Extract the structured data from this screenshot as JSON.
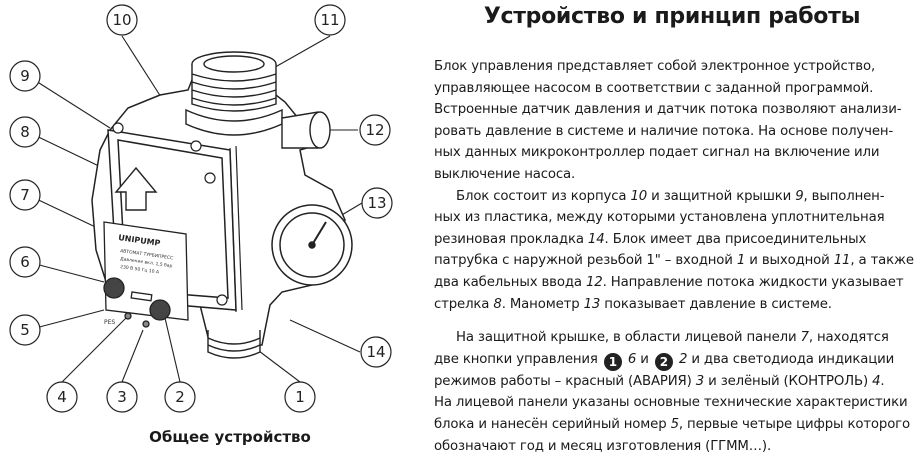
{
  "title": "Устройство и принцип работы",
  "caption": "Общее устройство",
  "diagram": {
    "callouts": [
      "1",
      "2",
      "3",
      "4",
      "5",
      "6",
      "7",
      "8",
      "9",
      "10",
      "11",
      "12",
      "13",
      "14"
    ],
    "brand": "UNIPUMP",
    "panel_text": [
      "АВТОМАТ ТУРБИПРЕСС",
      "Давление вкл. 1,5 бар",
      "230 В  50 Гц  10 А"
    ],
    "panel_side_label": "РЕS"
  },
  "p1": [
    "Блок управления представляет собой электронное устройство,",
    "управляющее насосом в соответствии с заданной программой.",
    "Встроенные датчик давления и датчик потока позволяют анализи-",
    "ровать давление в системе и наличие потока. На основе получен-",
    "ных данных микроконтроллер подает сигнал на включение или",
    "выключение насоса."
  ],
  "p2": {
    "l1a": "Блок состоит из корпуса ",
    "n10": "10",
    "l1b": " и защитной крышки ",
    "n9": "9",
    "l1c": ", выполнен-",
    "l2": "ных из пластика, между которыми установлена уплотнительная",
    "l3a": "резиновая прокладка ",
    "n14": "14",
    "l3b": ". Блок имеет два присоединительных",
    "l4a": "патрубка с наружной резьбой 1\" – входной ",
    "n1": "1",
    "l4b": " и выходной ",
    "n11": "11",
    "l4c": ", а также",
    "l5a": "два кабельных ввода ",
    "n12": "12",
    "l5b": ". Направление потока жидкости указывает",
    "l6a": "стрелка ",
    "n8": "8",
    "l6b": ". Манометр ",
    "n13": "13",
    "l6c": " показывает давление в системе."
  },
  "p3": {
    "l1a": "На защитной крышке, в области лицевой панели ",
    "n7": "7",
    "l1b": ", находятся",
    "l2a": "две кнопки управления ",
    "b1": "1",
    "n6": "6",
    "l2b": " и ",
    "b2": "2",
    "n2": "2",
    "l2c": " и два светодиода индикации",
    "l3a": "режимов работы – красный (АВАРИЯ) ",
    "n3": "3",
    "l3b": " и зелёный (КОНТРОЛЬ) ",
    "n4": "4",
    "l3c": ".",
    "l4": "На лицевой панели указаны основные технические характеристики",
    "l5a": "блока и нанесён серийный номер ",
    "n5": "5",
    "l5b": ", первые четыре цифры которого",
    "l6": "обозначают год и месяц изготовления (ГГММ…)."
  }
}
